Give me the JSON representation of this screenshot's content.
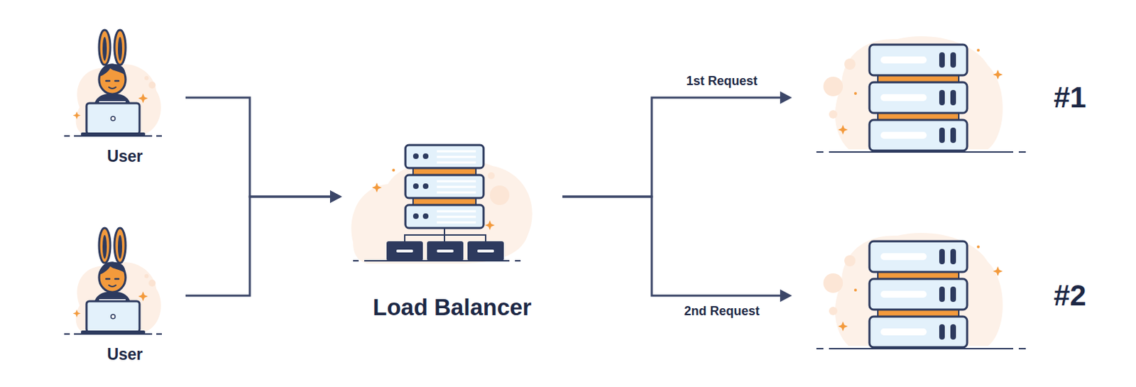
{
  "diagram": {
    "nodes": [
      {
        "text": [
          "User"
        ]
      },
      {
        "text": [
          "User"
        ]
      },
      {
        "text": [
          "Load Balancer"
        ]
      },
      {
        "text": [
          "#1"
        ]
      },
      {
        "text": [
          "#2"
        ]
      }
    ],
    "edges": [
      {
        "from": 0,
        "to": 2,
        "arrow": "to"
      },
      {
        "from": 1,
        "to": 2,
        "arrow": "to"
      },
      {
        "from": 2,
        "to": 3,
        "arrow": "to",
        "label": "1st Request"
      },
      {
        "from": 2,
        "to": 4,
        "arrow": "to",
        "label": "2nd Request"
      }
    ]
  }
}
